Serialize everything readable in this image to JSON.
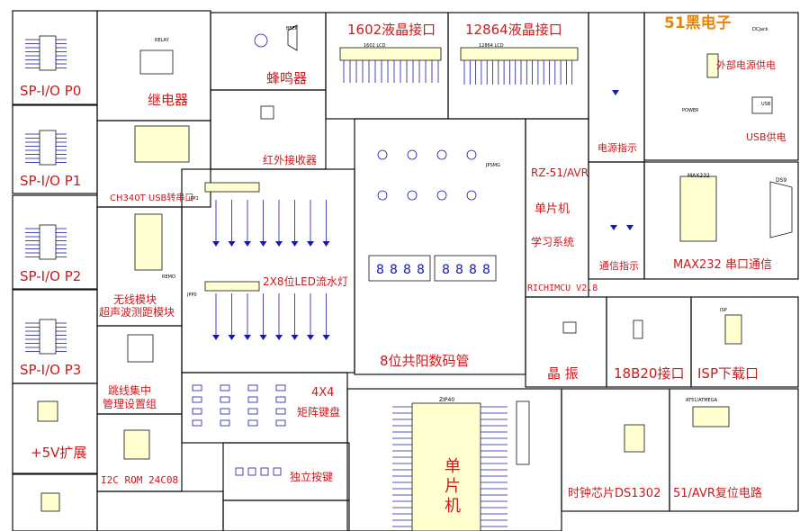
{
  "labels": {
    "p0": "SP-I/O P0",
    "p1": "SP-I/O P1",
    "p2": "SP-I/O P2",
    "p3": "SP-I/O P3",
    "plus5v": "+5V扩展",
    "relay": "继电器",
    "buzzer": "蜂鸣器",
    "lcd1602": "1602液晶接口",
    "lcd12864": "12864液晶接口",
    "brand": "51黑电子",
    "ext_power": "外部电源供电",
    "usb_power": "USB供电",
    "power_ind": "电源指示",
    "ir": "红外接收器",
    "ch340": "CH340T USB转串口",
    "mcu_title": "RZ-51/AVR",
    "mcu_sub1": "单片机",
    "mcu_sub2": "学习系统",
    "comm_ind": "通信指示",
    "max232": "MAX232 串口通信",
    "wireless1": "无线模块",
    "wireless2": "超声波测距模块",
    "led_flow": "2X8位LED流水灯",
    "seg": "8位共阳数码管",
    "richmcu": "RICHIMCU V2.8",
    "crystal": "晶  振",
    "ds18b20": "18B20接口",
    "isp": "ISP下载口",
    "jumper1": "跳线集中",
    "jumper2": "管理设置组",
    "matrix_kb1": "4X4",
    "matrix_kb2": "矩阵键盘",
    "indep_keys": "独立按键",
    "i2c": "I2C ROM 24C08",
    "mcu_chip": "单片机",
    "ds1302": "时钟芯片DS1302",
    "reset": "51/AVR复位电路"
  },
  "components": {
    "chip_1602": "1602 LCD",
    "chip_12864": "12864 LCD",
    "zif": "ZIP40",
    "max232_chip": "MAX232",
    "ds9": "DS9",
    "jp1": "JPP1",
    "jp0": "JPP0",
    "at": "AT51/ATMEGA",
    "relay_part": "RELAY",
    "beep": "BEEP",
    "remo": "REMO",
    "jpseg": "JPSMG",
    "isp_part": "ISP",
    "dc": "DCJack",
    "usb": "USB",
    "power": "POWER"
  },
  "colors": {
    "label": "#d0181c",
    "brand": "#e8860c",
    "wire": "#1a1aa8",
    "frame": "#111111",
    "chip_fill": "#ffffd0",
    "component": "#b01010"
  }
}
